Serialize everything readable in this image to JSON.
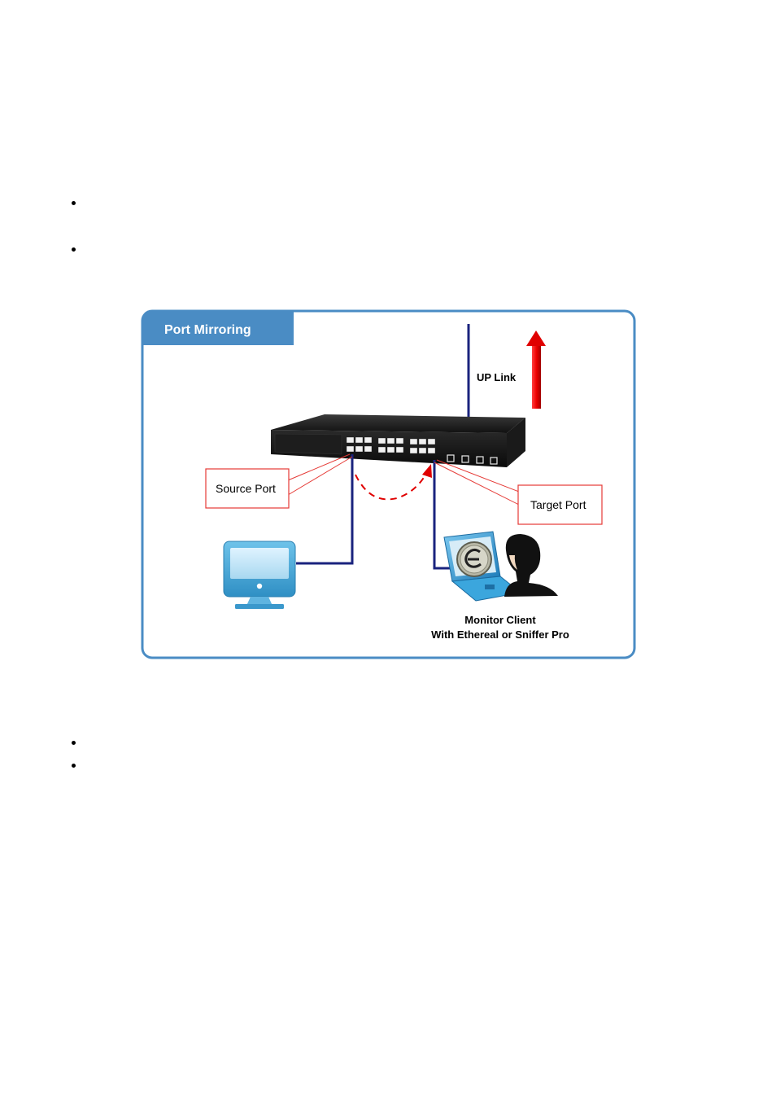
{
  "bullets_top_count": 2,
  "bullets_bottom_count": 2,
  "diagram": {
    "title": "Port Mirroring",
    "uplink_label": "UP Link",
    "source_port_label": "Source Port",
    "target_port_label": "Target Port",
    "monitor_client_line1": "Monitor Client",
    "monitor_client_line2": "With Ethereal or Sniffer Pro",
    "colors": {
      "frame": "#4a8cc4",
      "title_bg": "#4a8cc4",
      "link_line": "#1a237e",
      "callout": "#e53935",
      "arrow": "#e00000"
    }
  }
}
